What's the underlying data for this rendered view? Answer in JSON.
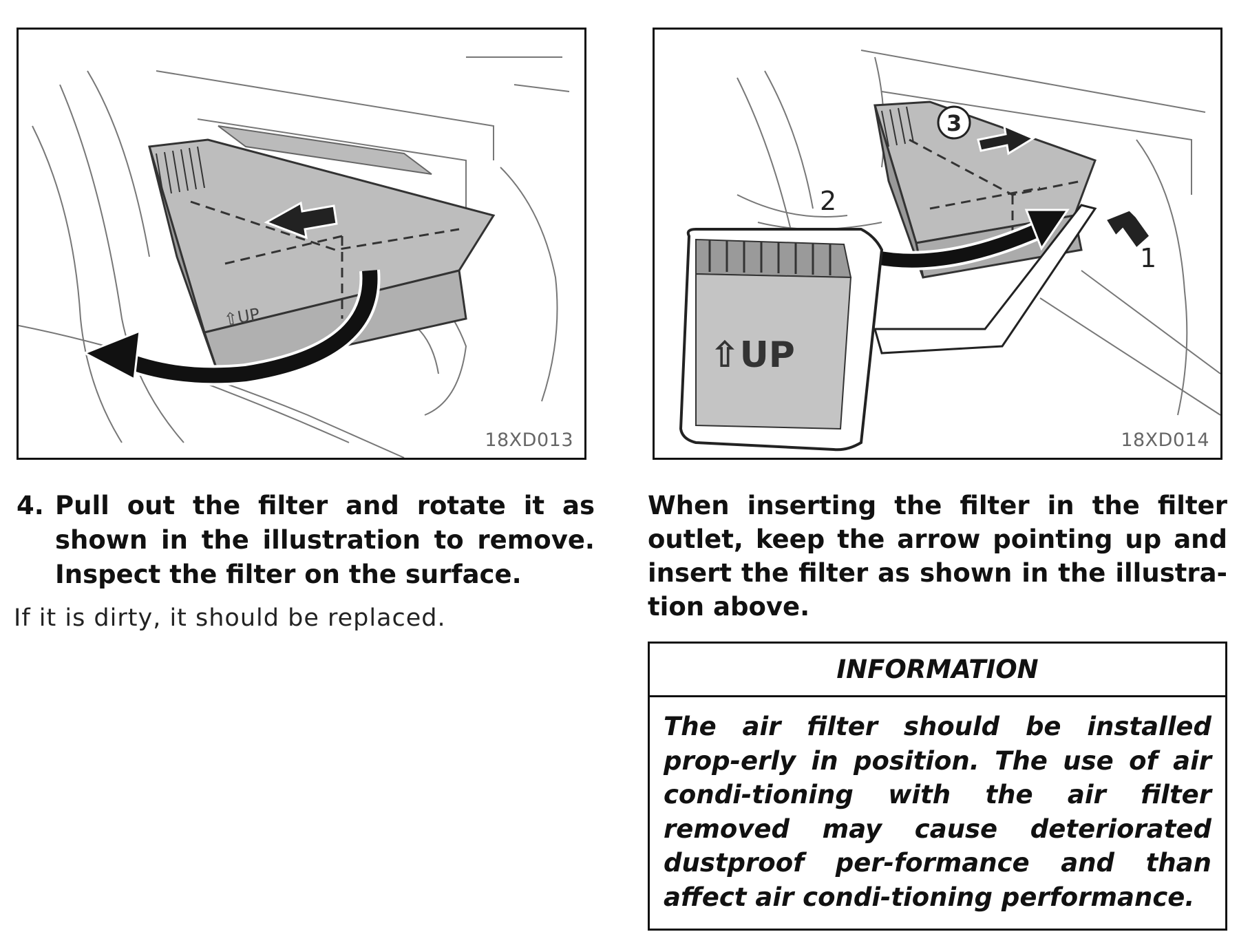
{
  "figure_left": {
    "code": "18XD013"
  },
  "figure_right": {
    "code": "18XD014",
    "callout_label": "⇧UP",
    "step_numbers": [
      "1",
      "2",
      "3"
    ]
  },
  "filter_labels": {
    "up_mark": "⇧UP"
  },
  "step": {
    "number": "4.",
    "text": "Pull out the filter and rotate it as shown in the illustration to remove. Inspect the filter on the surface."
  },
  "note": "If it is dirty, it should be replaced.",
  "insert_text": "When inserting the filter in the filter outlet, keep the arrow pointing up and insert the filter as shown in the illustra-tion above.",
  "information": {
    "heading": "INFORMATION",
    "body": "The air filter should be installed prop-erly in position. The use of air condi-tioning with the air filter removed may cause deteriorated dustproof per-formance and than affect air condi-tioning performance."
  }
}
